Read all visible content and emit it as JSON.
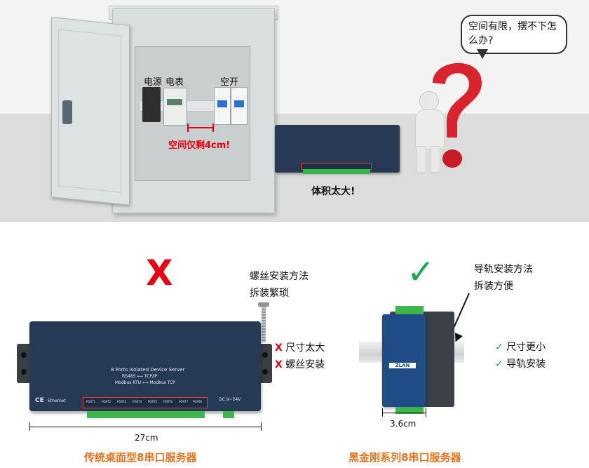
{
  "top": {
    "labels": {
      "power": "电源",
      "meter": "电表",
      "breaker": "空开",
      "gap_note": "空间仅剩4cm!",
      "too_big": "体积太大!"
    },
    "bubble": "空间有限，摆不下怎么办?"
  },
  "traditional": {
    "cross_mark": "X",
    "screw_title_line1": "螺丝安装方法",
    "screw_title_line2": "拆装繁琐",
    "cons": [
      {
        "mark": "X",
        "text": "尺寸太大"
      },
      {
        "mark": "X",
        "text": "螺丝安装"
      }
    ],
    "device_text": {
      "title": "8 Ports Isolated Device Server",
      "line1": "RS485 ⟷ TCP/IP",
      "line2": "Modbus RTU ⟷ Modbus TCP",
      "ports": [
        "PORT1",
        "PORT2",
        "PORT3",
        "PORT4",
        "PORT5",
        "PORT6",
        "PORT7",
        "PORT8"
      ],
      "ce": "CE",
      "ethernet": "Ethernet",
      "dc_label": "DC 9~24V"
    },
    "dimension": "27cm",
    "caption": "传统桌面型8串口服务器"
  },
  "din": {
    "check_mark": "✓",
    "title_line1": "导轨安装方法",
    "title_line2": "拆装方便",
    "pros": [
      {
        "mark": "✓",
        "text": "尺寸更小"
      },
      {
        "mark": "✓",
        "text": "导轨安装"
      }
    ],
    "brand": "ZLAN",
    "dimension": "3.6cm",
    "caption": "黑金刚系列8串口服务器"
  },
  "colors": {
    "accent_red": "#e60012",
    "accent_green": "#18a84b",
    "caption_orange": "#e4731e",
    "device_blue": "#273a55"
  }
}
